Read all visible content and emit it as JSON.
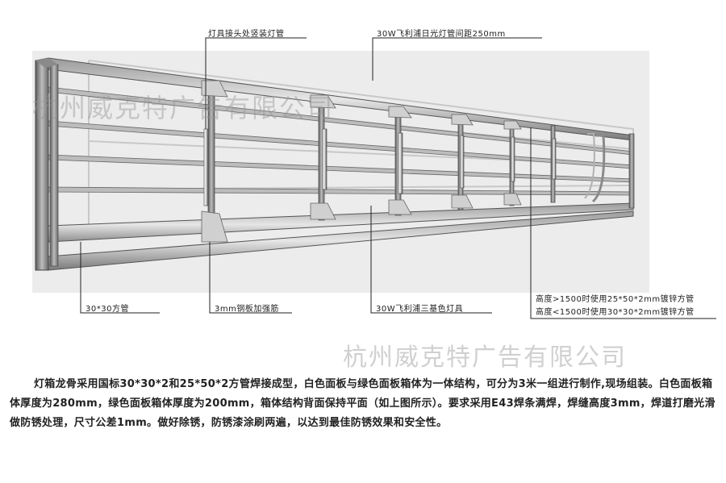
{
  "labels": {
    "top_left": "灯具接头处竖装灯管",
    "top_right": "30W飞利浦日光灯管间距250mm",
    "bottom_1": "30*30方管",
    "bottom_2": "3mm钢板加强筋",
    "bottom_3": "30W飞利浦三基色灯具",
    "right_1": "高度>1500时使用25*50*2mm镀锌方管",
    "right_2": "高度<1500时使用30*30*2mm镀锌方管"
  },
  "watermark": "杭州威克特广告有限公司",
  "description": "灯箱龙骨采用国标30*30*2和25*50*2方管焊接成型，白色面板与绿色面板箱体为一体结构，可分为3米一组进行制作,现场组装。白色面板箱体厚度为280mm，绿色面板箱体厚度为200mm，箱体结构背面保持平面（如上图所示）。要求采用E43焊条满焊，焊缝高度3mm，焊道打磨光滑做防锈处理，尺寸公差1mm。做好除锈，防锈漆涂刷两遍，以达到最佳防锈效果和安全性。",
  "colors": {
    "background_panel": "#ececec",
    "frame_dark": "#6f6f6f",
    "frame_light": "#c8c8c8",
    "leader_line": "#222222"
  }
}
